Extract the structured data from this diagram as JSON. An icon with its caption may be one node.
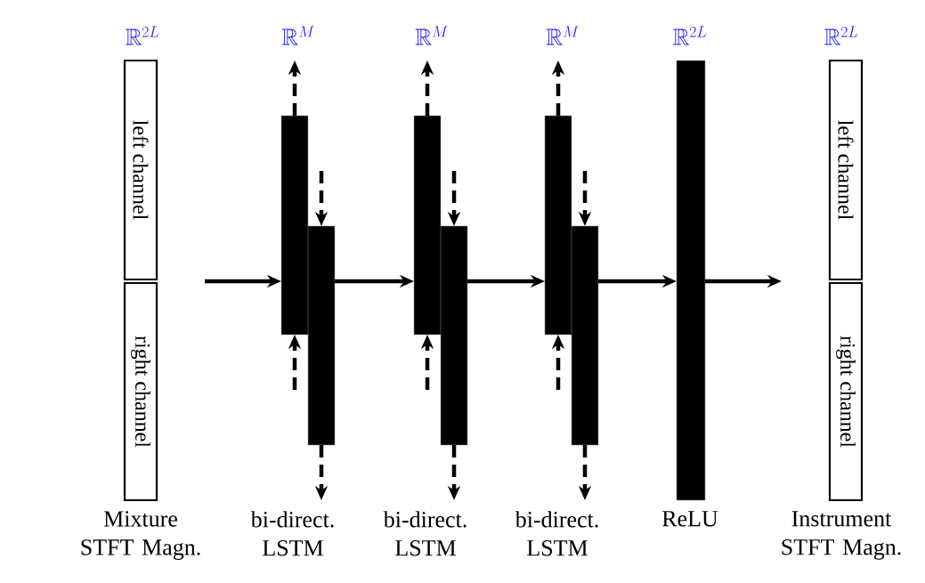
{
  "diagram": {
    "nodes": [
      {
        "text": [
          "left channel"
        ]
      },
      {
        "text": [
          "right channel"
        ]
      },
      {
        "text": [],
        "shape": "bar"
      },
      {
        "text": [],
        "shape": "bar"
      },
      {
        "text": [],
        "shape": "bar"
      },
      {
        "text": [],
        "shape": "bar"
      },
      {
        "text": [],
        "shape": "bar"
      },
      {
        "text": [],
        "shape": "bar"
      },
      {
        "text": [],
        "shape": "bar"
      },
      {
        "text": [
          "left channel"
        ]
      },
      {
        "text": [
          "right channel"
        ]
      }
    ],
    "edges": [
      {
        "from": null,
        "to": 2,
        "arrow": "to"
      },
      {
        "from": 2,
        "to": null,
        "arrow": "to",
        "style": "dashed"
      },
      {
        "from": null,
        "to": 3,
        "arrow": "to",
        "style": "dashed"
      },
      {
        "from": null,
        "to": 2,
        "arrow": "to",
        "style": "dashed"
      },
      {
        "from": 3,
        "to": null,
        "arrow": "to",
        "style": "dashed"
      },
      {
        "from": 3,
        "to": 4,
        "arrow": "to"
      },
      {
        "from": 4,
        "to": null,
        "arrow": "to",
        "style": "dashed"
      },
      {
        "from": null,
        "to": 5,
        "arrow": "to",
        "style": "dashed"
      },
      {
        "from": null,
        "to": 4,
        "arrow": "to",
        "style": "dashed"
      },
      {
        "from": 5,
        "to": null,
        "arrow": "to",
        "style": "dashed"
      },
      {
        "from": 5,
        "to": 6,
        "arrow": "to"
      },
      {
        "from": 6,
        "to": null,
        "arrow": "to",
        "style": "dashed"
      },
      {
        "from": null,
        "to": 7,
        "arrow": "to",
        "style": "dashed"
      },
      {
        "from": null,
        "to": 6,
        "arrow": "to",
        "style": "dashed"
      },
      {
        "from": 7,
        "to": null,
        "arrow": "to",
        "style": "dashed"
      },
      {
        "from": 7,
        "to": 8,
        "arrow": "to"
      },
      {
        "from": 8,
        "to": null,
        "arrow": "to"
      }
    ],
    "labels": [
      "\\mathbb{R}^{2L}",
      "\\mathbb{R}^{M}",
      "\\mathbb{R}^{M}",
      "\\mathbb{R}^{M}",
      "\\mathbb{R}^{2L}",
      "\\mathbb{R}^{2L}",
      "Mixture STFT Magn.",
      "bi-direct. LSTM",
      "bi-direct. LSTM",
      "bi-direct. LSTM",
      "ReLU",
      "Instrument STFT Magn."
    ]
  }
}
